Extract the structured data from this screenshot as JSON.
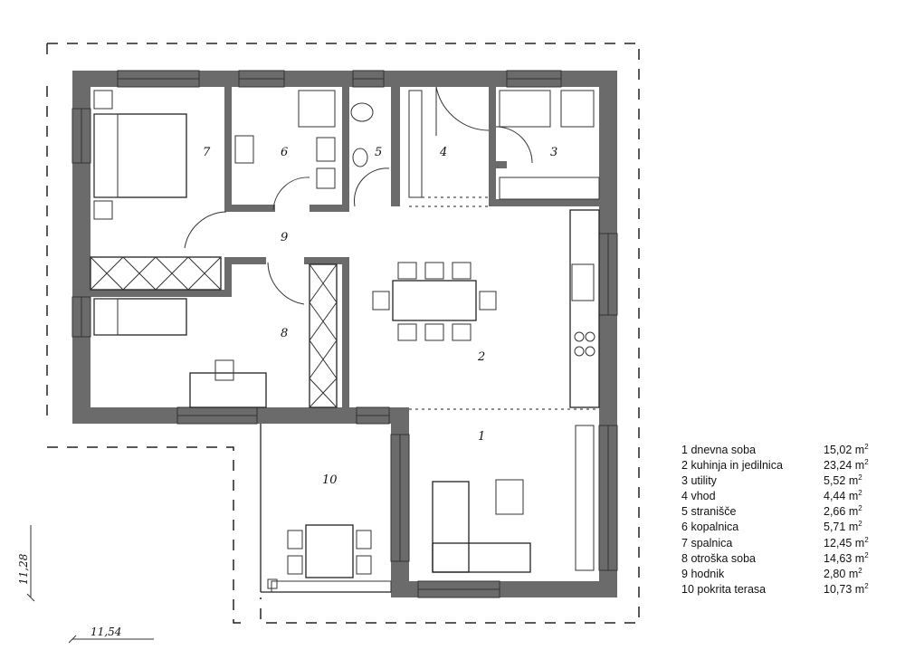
{
  "rooms": [
    {
      "num": "1",
      "name": "dnevna soba",
      "area": "15,02"
    },
    {
      "num": "2",
      "name": "kuhinja in jedilnica",
      "area": "23,24"
    },
    {
      "num": "3",
      "name": "utility",
      "area": "5,52"
    },
    {
      "num": "4",
      "name": "vhod",
      "area": "4,44"
    },
    {
      "num": "5",
      "name": "stranišče",
      "area": "2,66"
    },
    {
      "num": "6",
      "name": "kopalnica",
      "area": "5,71"
    },
    {
      "num": "7",
      "name": "spalnica",
      "area": "12,45"
    },
    {
      "num": "8",
      "name": "otroška soba",
      "area": "14,63"
    },
    {
      "num": "9",
      "name": "hodnik",
      "area": "2,80"
    },
    {
      "num": "10",
      "name": "pokrita terasa",
      "area": "10,73"
    }
  ],
  "area_unit": "m",
  "area_unit_exp": "2",
  "dimensions": {
    "height": "11,28",
    "width": "11,54"
  },
  "colors": {
    "wall": "#6b6b6b",
    "line": "#222222"
  }
}
